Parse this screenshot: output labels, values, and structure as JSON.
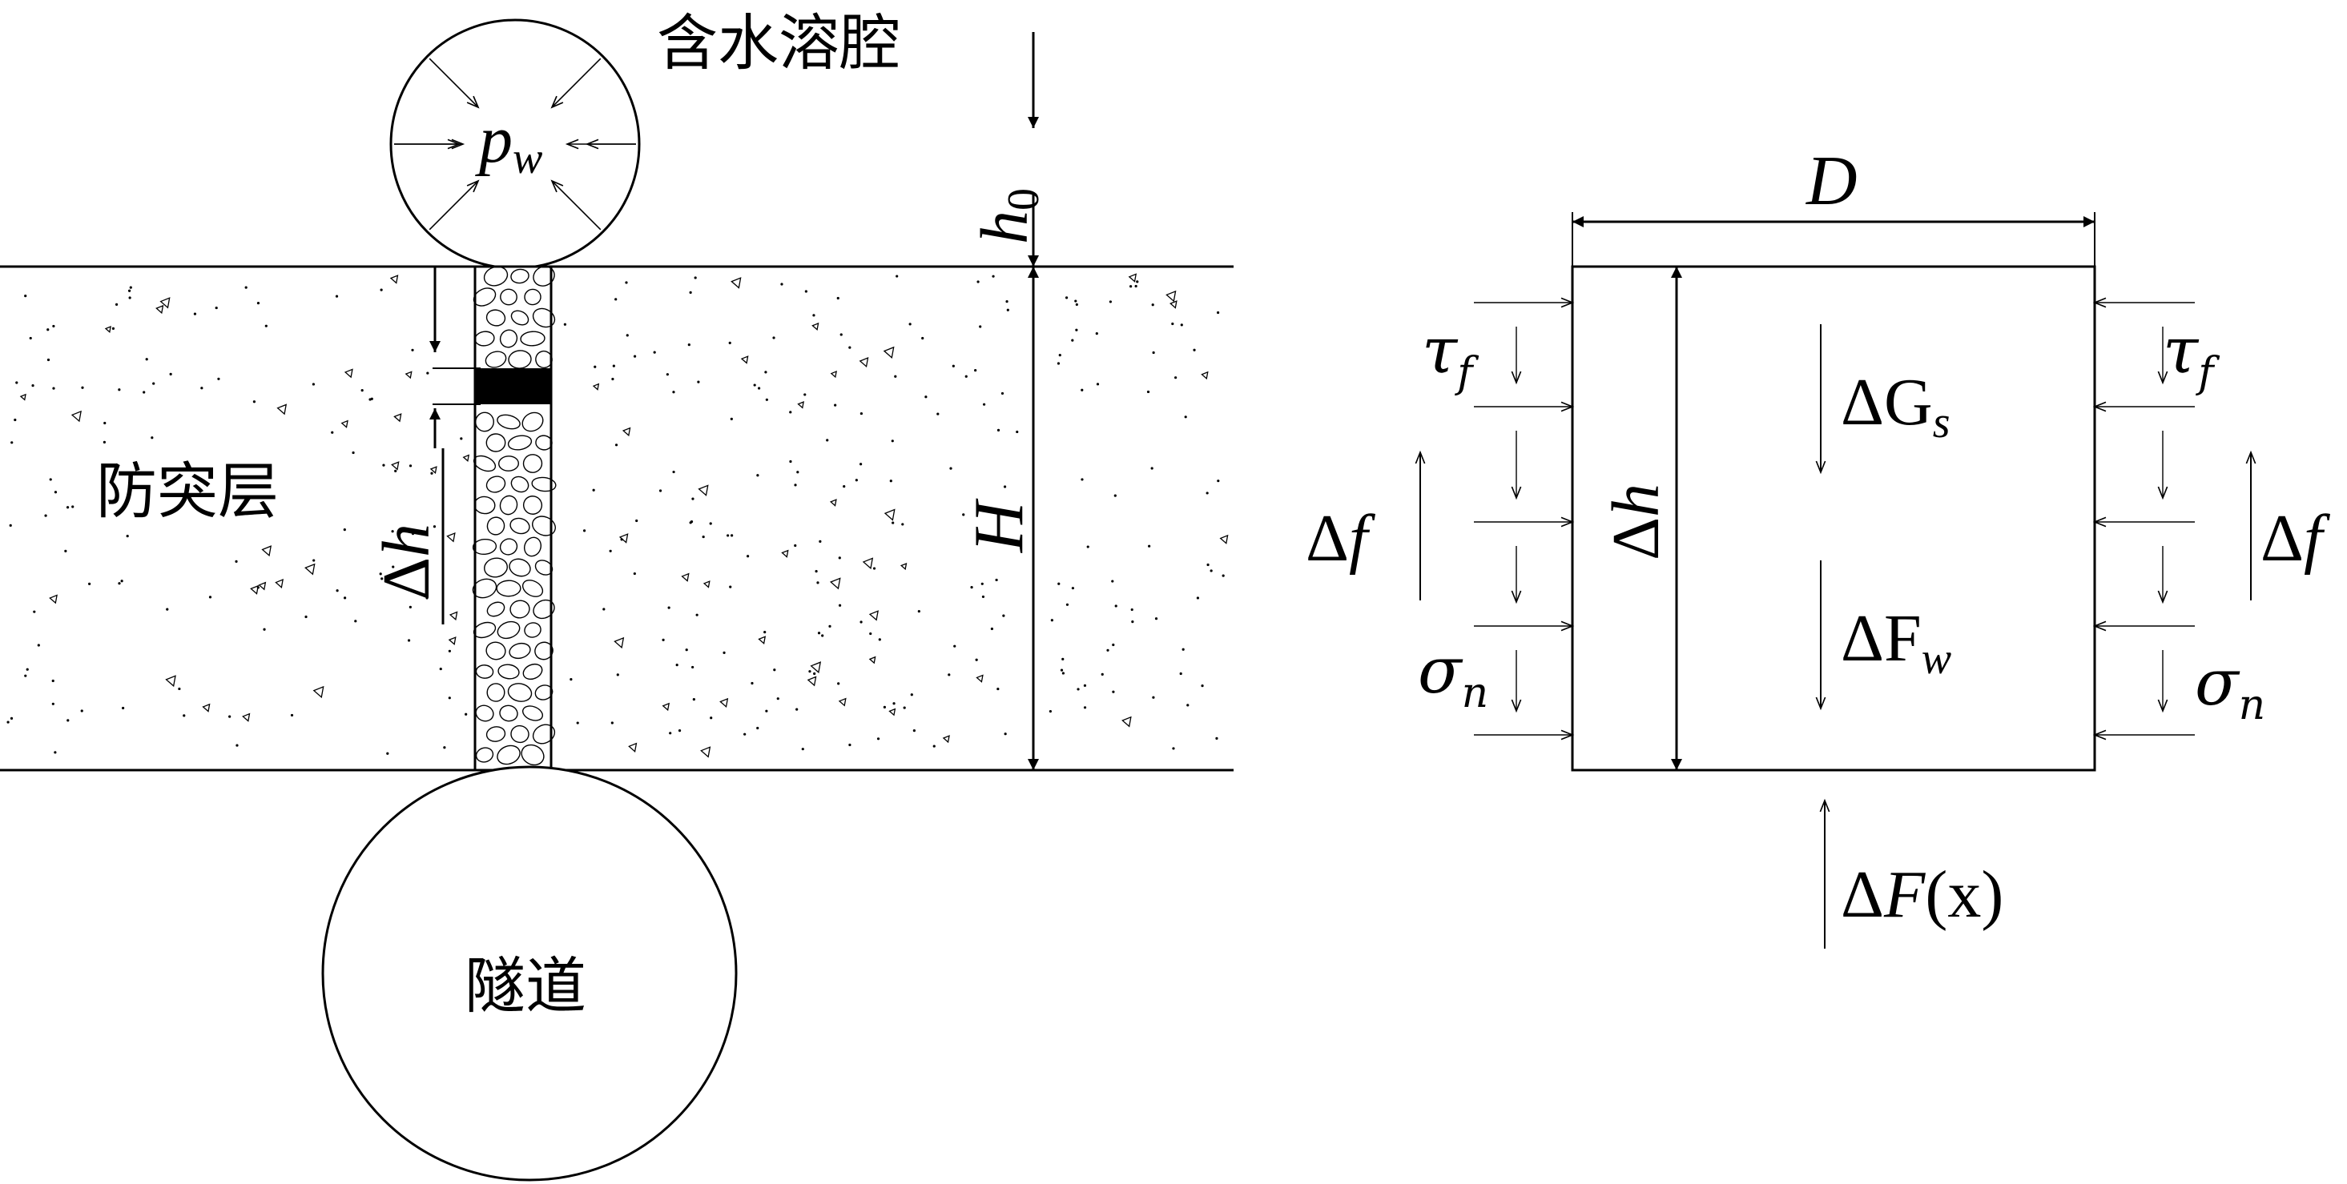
{
  "labels": {
    "cavity": "含水溶腔",
    "layer": "防突层",
    "tunnel": "隧道",
    "pw": {
      "base": "p",
      "sub": "w"
    },
    "h0": {
      "base": "h",
      "sub": "0"
    },
    "H": "H",
    "dh_left": {
      "delta": "Δ",
      "var": "h"
    },
    "D": "D",
    "dh_box": {
      "delta": "Δ",
      "var": "h"
    },
    "dGs": {
      "delta": "ΔG",
      "sub": "s"
    },
    "dFw": {
      "delta": "ΔF",
      "sub": "w"
    },
    "tau_left": {
      "base": "τ",
      "sub": "f"
    },
    "tau_right": {
      "base": "τ",
      "sub": "f"
    },
    "sigma_left": {
      "base": "σ",
      "sub": "n"
    },
    "sigma_right": {
      "base": "σ",
      "sub": "n"
    },
    "df_left": {
      "delta": "Δ",
      "var": "f"
    },
    "df_right": {
      "delta": "Δ",
      "var": "f"
    },
    "dFx": {
      "delta": "Δ",
      "var": "F",
      "arg": "(x)"
    }
  }
}
